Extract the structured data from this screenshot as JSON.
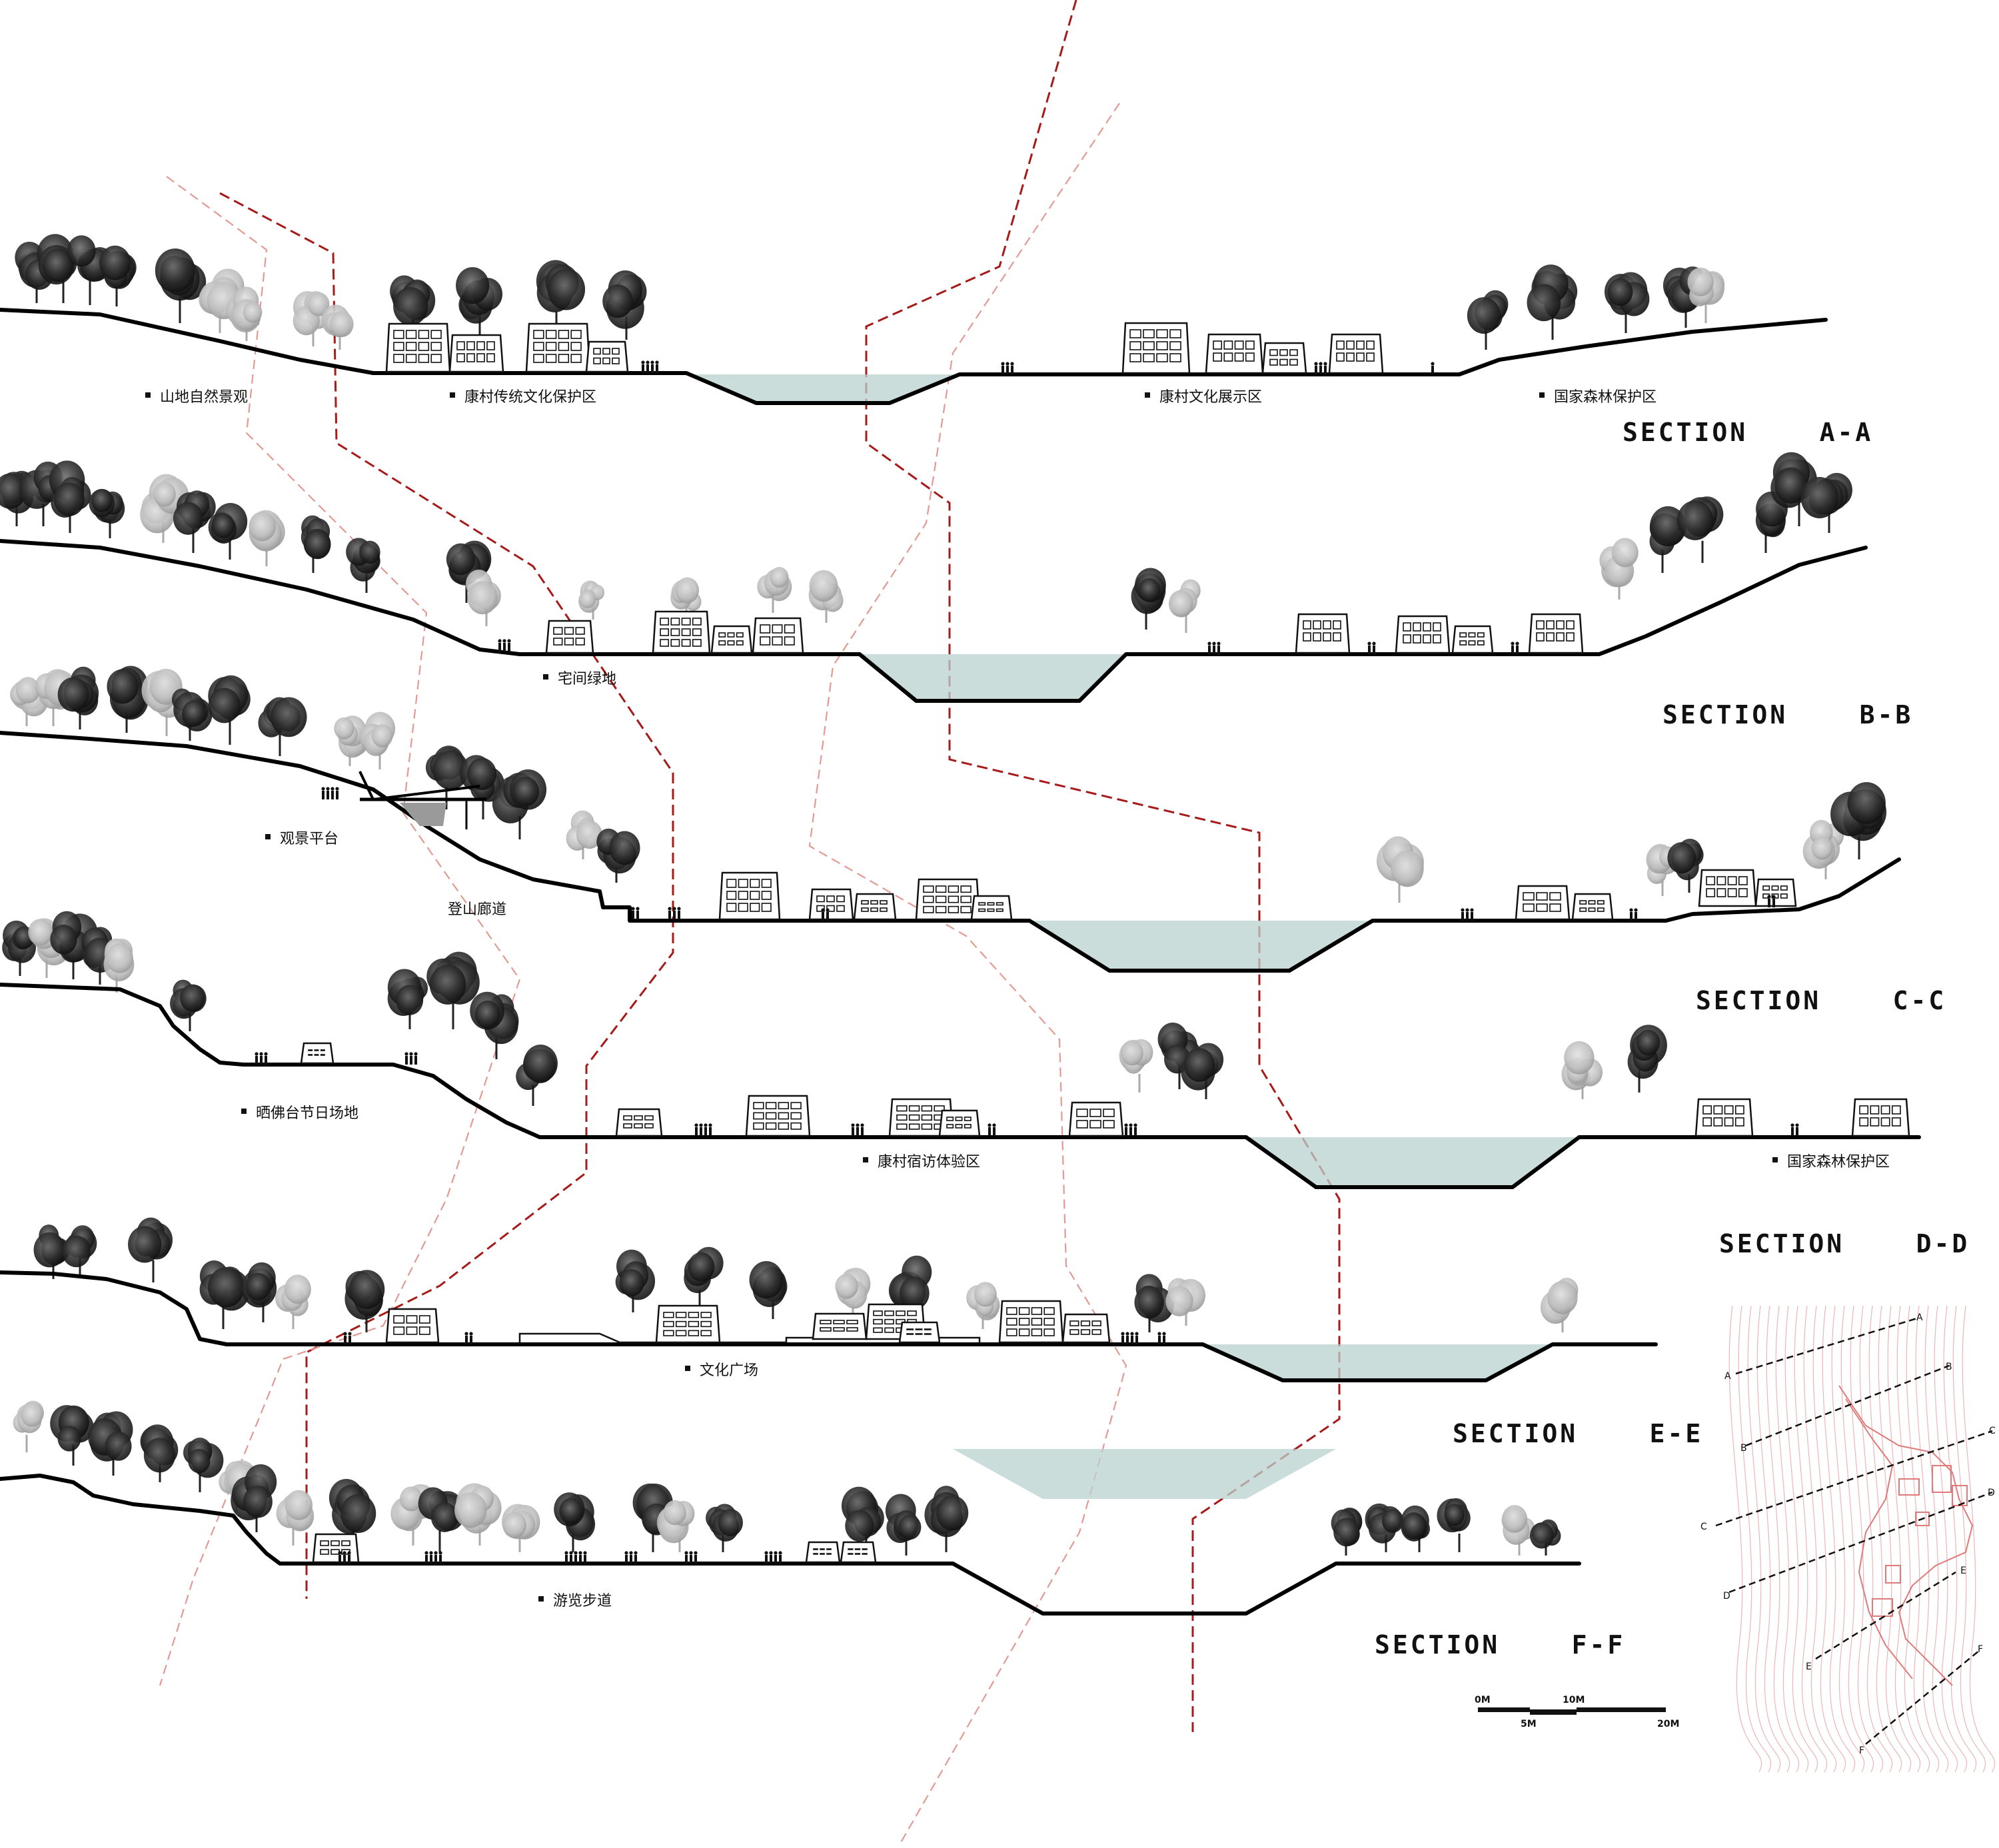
{
  "sections": [
    {
      "title": "SECTION    A-A",
      "zones": [
        "山地自然景观",
        "康村传统文化保护区",
        "康村文化展示区",
        "国家森林保护区"
      ]
    },
    {
      "title": "SECTION    B-B",
      "zones": [
        "宅间绿地"
      ]
    },
    {
      "title": "SECTION    C-C",
      "zones": [
        "观景平台",
        "登山廊道"
      ]
    },
    {
      "title": "SECTION    D-D",
      "zones": [
        "晒佛台节日场地",
        "康村宿访体验区",
        "国家森林保护区"
      ]
    },
    {
      "title": "SECTION    E-E",
      "zones": [
        "文化广场"
      ]
    },
    {
      "title": "SECTION    F-F",
      "zones": [
        "游览步道"
      ]
    }
  ],
  "scale_bar": {
    "labels_top": [
      "0M",
      "10M"
    ],
    "labels_bottom": [
      "5M",
      "20M"
    ]
  },
  "key_map": {
    "letters_left": [
      "A",
      "B",
      "C",
      "D",
      "E",
      "F"
    ],
    "letters_right": [
      "A",
      "B",
      "C",
      "D",
      "E",
      "F"
    ]
  },
  "colors": {
    "cut_line": "#a61a1a",
    "cut_line_light": "#e29a92",
    "water": "#b9d1cf",
    "key_map": "#e8a3a3"
  }
}
